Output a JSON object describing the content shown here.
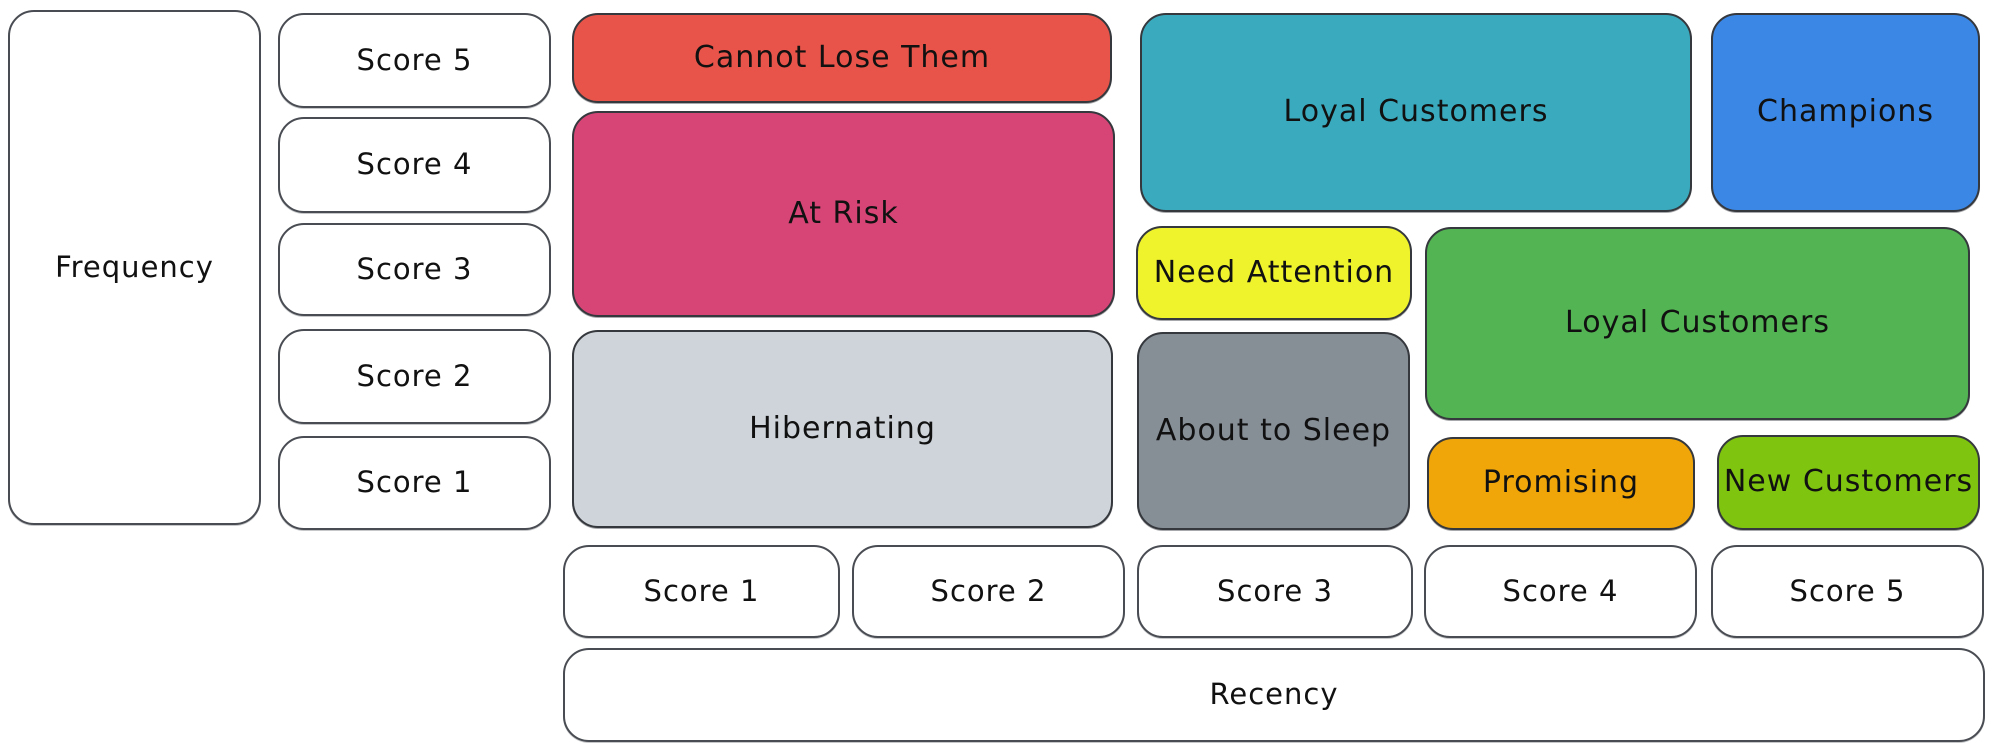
{
  "diagram": {
    "type": "rfm-segmentation-matrix",
    "axes": {
      "frequency": {
        "label": "Frequency",
        "scores": [
          "Score 5",
          "Score 4",
          "Score 3",
          "Score 2",
          "Score 1"
        ]
      },
      "recency": {
        "label": "Recency",
        "scores": [
          "Score 1",
          "Score 2",
          "Score 3",
          "Score 4",
          "Score 5"
        ]
      }
    },
    "segments": {
      "cannot_lose_them": {
        "label": "Cannot Lose Them",
        "color": "#e85449"
      },
      "at_risk": {
        "label": "At Risk",
        "color": "#d64576"
      },
      "hibernating": {
        "label": "Hibernating",
        "color": "#ced4da"
      },
      "loyal_customers_top": {
        "label": "Loyal Customers",
        "color": "#3aabbf"
      },
      "champions": {
        "label": "Champions",
        "color": "#3b87e5"
      },
      "need_attention": {
        "label": "Need Attention",
        "color": "#eff32b"
      },
      "loyal_customers_mid": {
        "label": "Loyal Customers",
        "color": "#52b452"
      },
      "about_to_sleep": {
        "label": "About to Sleep",
        "color": "#868e96"
      },
      "promising": {
        "label": "Promising",
        "color": "#f0a509"
      },
      "new_customers": {
        "label": "New Customers",
        "color": "#7fc40e"
      }
    }
  }
}
